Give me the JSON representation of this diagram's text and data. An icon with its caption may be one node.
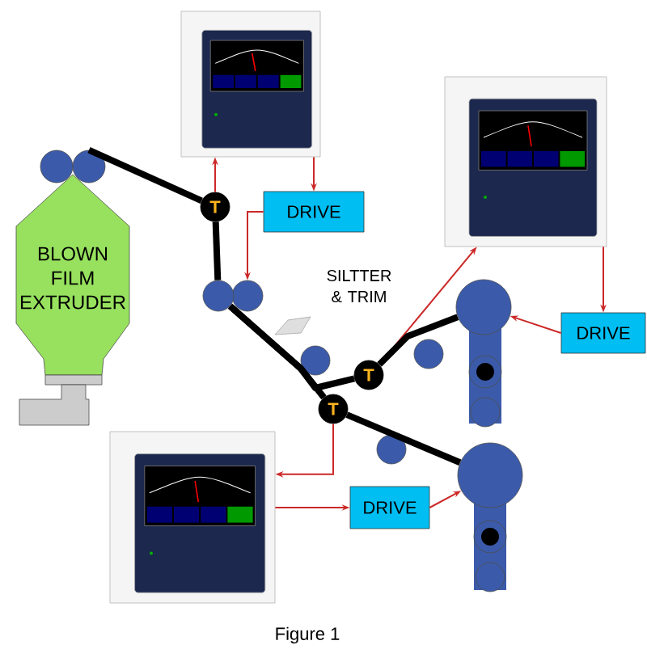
{
  "diagram": {
    "caption": "Figure 1",
    "nodes": [
      {
        "text": [
          "BLOWN FILM EXTRUDER"
        ]
      },
      {
        "text": [
          "T"
        ]
      },
      {
        "text": [],
        "shape": "picture"
      },
      {
        "text": [
          "DRIVE"
        ]
      },
      {
        "text": [],
        "shape": "circle"
      },
      {
        "text": [
          "T"
        ]
      },
      {
        "text": [],
        "shape": "picture"
      },
      {
        "text": [
          "DRIVE"
        ]
      },
      {
        "text": [],
        "shape": "circle"
      },
      {
        "text": [
          "T"
        ]
      },
      {
        "text": [],
        "shape": "picture"
      },
      {
        "text": [
          "DRIVE"
        ]
      },
      {
        "text": [],
        "shape": "circle"
      },
      {
        "text": [],
        "shape": "circle"
      },
      {
        "text": [],
        "shape": "circle"
      },
      {
        "text": [],
        "shape": "circle"
      },
      {
        "text": [],
        "shape": "circle"
      },
      {
        "text": [],
        "shape": "circle"
      },
      {
        "text": [],
        "shape": "circle"
      }
    ],
    "edges": [
      {
        "from": 1,
        "to": 2,
        "arrow": "to"
      },
      {
        "from": 2,
        "to": 3,
        "arrow": "to"
      },
      {
        "from": 3,
        "to": 4,
        "arrow": "to"
      },
      {
        "from": 5,
        "to": 6,
        "arrow": "to"
      },
      {
        "from": 6,
        "to": 7,
        "arrow": "to"
      },
      {
        "from": 7,
        "to": 8,
        "arrow": "to"
      },
      {
        "from": 9,
        "to": 10,
        "arrow": "to"
      },
      {
        "from": 10,
        "to": 11,
        "arrow": "to"
      },
      {
        "from": 11,
        "to": 12,
        "arrow": "to"
      },
      {
        "from": 14,
        "to": 1,
        "arrow": "none",
        "style": "thick",
        "color": "#000000"
      },
      {
        "from": 1,
        "to": 15,
        "arrow": "none",
        "style": "thick",
        "color": "#000000"
      },
      {
        "from": 15,
        "to": 5,
        "arrow": "none",
        "style": "thick",
        "color": "#000000"
      },
      {
        "from": 5,
        "to": 8,
        "arrow": "none",
        "style": "thick",
        "color": "#000000"
      },
      {
        "from": 15,
        "to": 9,
        "arrow": "none",
        "style": "thick",
        "color": "#000000"
      },
      {
        "from": 9,
        "to": 12,
        "arrow": "none",
        "style": "thick",
        "color": "#000000"
      }
    ],
    "labels": [
      "SILTTER & TRIM"
    ]
  }
}
